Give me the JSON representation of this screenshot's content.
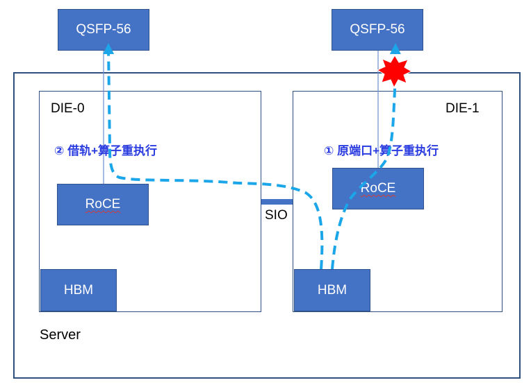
{
  "server": {
    "label": "Server"
  },
  "dies": [
    {
      "label": "DIE-0",
      "qsfp": "QSFP-56",
      "roce": "RoCE",
      "hbm": "HBM"
    },
    {
      "label": "DIE-1",
      "qsfp": "QSFP-56",
      "roce": "RoCE",
      "hbm": "HBM"
    }
  ],
  "link": {
    "label": "SIO"
  },
  "annotations": {
    "path_1": "① 原端口+算子重执行",
    "path_2": "② 借轨+算子重执行"
  },
  "colors": {
    "box_fill": "#4472c4",
    "outline": "#2f4f7f",
    "dashed_path": "#1aa6e8",
    "annotation_text": "#2a3ce0",
    "fault_burst": "#ff0000"
  },
  "icons": {
    "fault": "red-starburst-icon"
  }
}
